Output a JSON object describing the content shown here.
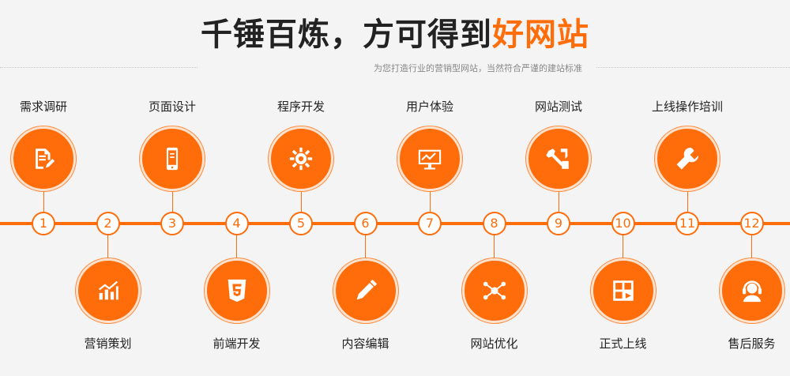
{
  "header": {
    "title_main": "千锤百炼，方可得到",
    "title_highlight": "好网站",
    "subtitle": "为您打造行业的营销型网站，当然符合严谨的建站标准"
  },
  "colors": {
    "accent": "#ff6c0a",
    "text": "#222222",
    "muted": "#888888"
  },
  "steps": [
    {
      "number": "1",
      "label": "需求调研",
      "icon": "document-edit-icon"
    },
    {
      "number": "2",
      "label": "营销策划",
      "icon": "bar-chart-icon"
    },
    {
      "number": "3",
      "label": "页面设计",
      "icon": "mobile-phone-icon"
    },
    {
      "number": "4",
      "label": "前端开发",
      "icon": "html5-icon"
    },
    {
      "number": "5",
      "label": "程序开发",
      "icon": "gear-icon"
    },
    {
      "number": "6",
      "label": "内容编辑",
      "icon": "pencil-icon"
    },
    {
      "number": "7",
      "label": "用户体验",
      "icon": "monitor-chart-icon"
    },
    {
      "number": "8",
      "label": "网站优化",
      "icon": "network-nodes-icon"
    },
    {
      "number": "9",
      "label": "网站测试",
      "icon": "tools-icon"
    },
    {
      "number": "10",
      "label": "正式上线",
      "icon": "launch-grid-icon"
    },
    {
      "number": "11",
      "label": "上线操作培训",
      "icon": "wrench-icon"
    },
    {
      "number": "12",
      "label": "售后服务",
      "icon": "customer-service-icon"
    }
  ]
}
